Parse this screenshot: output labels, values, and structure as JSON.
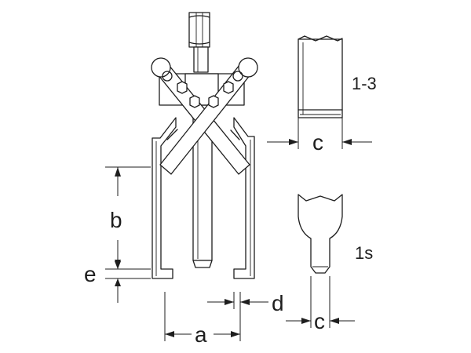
{
  "labels": {
    "a": "a",
    "b": "b",
    "c_top": "c",
    "c_bottom": "c",
    "d": "d",
    "e": "e",
    "jaw_top": "1-3",
    "jaw_bottom": "1s"
  }
}
